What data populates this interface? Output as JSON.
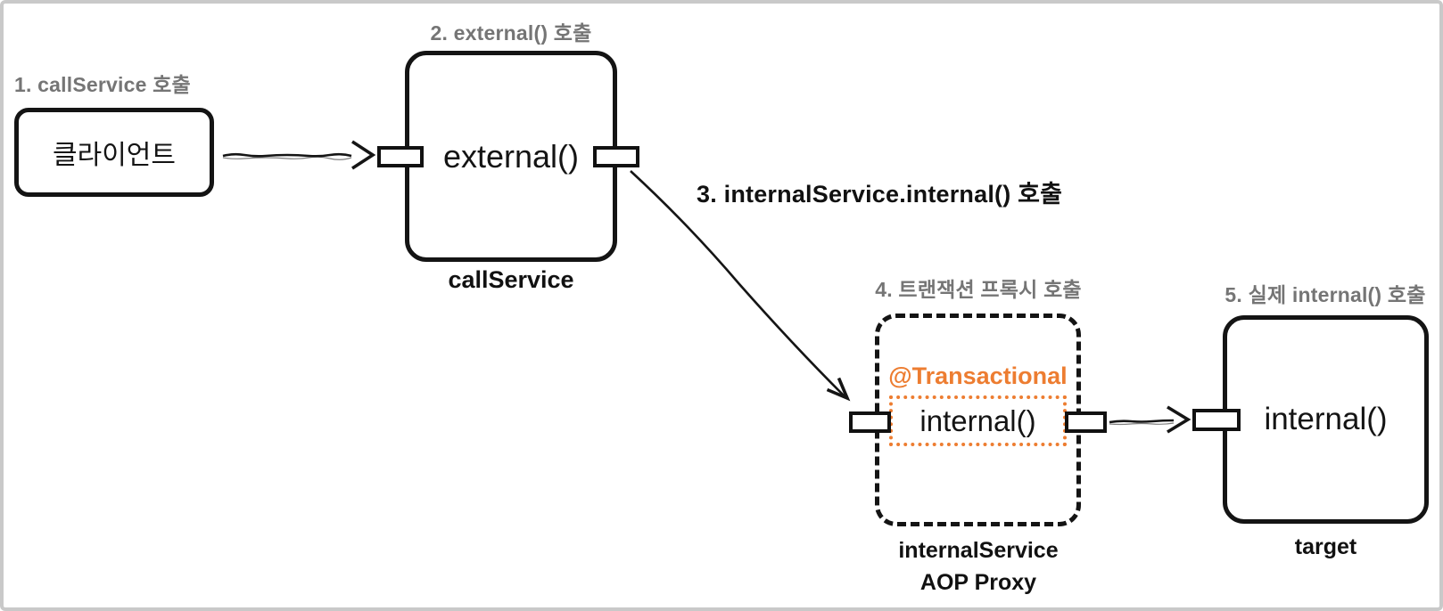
{
  "steps": {
    "step1": "1. callService 호출",
    "step2": "2. external() 호출",
    "step3": "3. internalService.internal() 호출",
    "step4": "4. 트랜잭션 프록시 호출",
    "step5": "5. 실제 internal() 호출"
  },
  "nodes": {
    "client": {
      "label": "클라이언트"
    },
    "callService": {
      "method": "external()",
      "caption": "callService"
    },
    "internalServiceProxy": {
      "annotation": "@Transactional",
      "method": "internal()",
      "caption_line1": "internalService",
      "caption_line2": "AOP Proxy"
    },
    "target": {
      "method": "internal()",
      "caption": "target"
    }
  },
  "colors": {
    "annotation_orange": "#ED7D31",
    "step_label_gray": "#757575",
    "diagram_black": "#141414",
    "frame_border_gray": "#c9c9c9",
    "background": "#ffffff"
  }
}
